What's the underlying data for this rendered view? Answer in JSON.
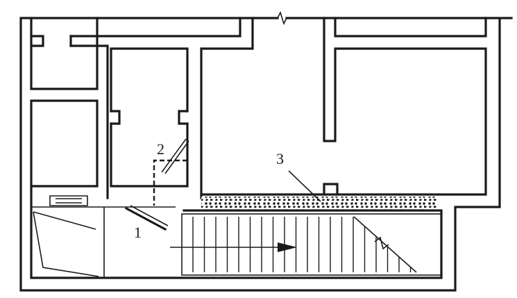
{
  "figure": {
    "description_labels": {
      "door_label": "1",
      "vent_label": "2",
      "gravel_label": "3"
    },
    "stair_arrow": "right",
    "colors": {
      "ink": "#1a1a1a",
      "paper": "#ffffff"
    }
  }
}
